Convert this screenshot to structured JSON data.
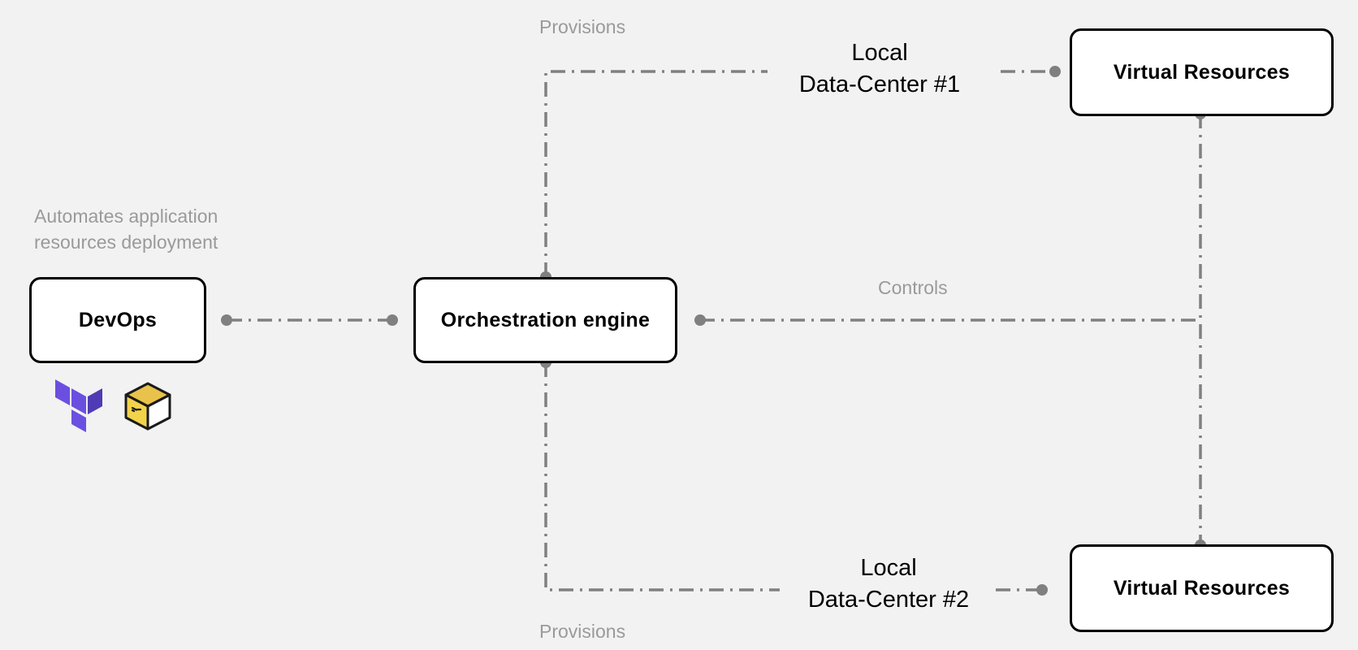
{
  "nodes": {
    "devops": "DevOps",
    "orchestration": "Orchestration engine",
    "vr_top": "Virtual Resources",
    "vr_bottom": "Virtual Resources"
  },
  "labels": {
    "automates_line1": "Automates application",
    "automates_line2": "resources deployment",
    "provisions_top": "Provisions",
    "provisions_bottom": "Provisions",
    "controls": "Controls",
    "dc1_line1": "Local",
    "dc1_line2": "Data-Center #1",
    "dc2_line1": "Local",
    "dc2_line2": "Data-Center #2"
  },
  "icons": [
    "terraform-icon",
    "vagrant-box-icon"
  ],
  "colors": {
    "background": "#f2f2f2",
    "connector": "#808080",
    "label_grey": "#9a9a9a",
    "terraform_purple": "#6b4fe0",
    "box_yellow": "#f2c94c"
  }
}
